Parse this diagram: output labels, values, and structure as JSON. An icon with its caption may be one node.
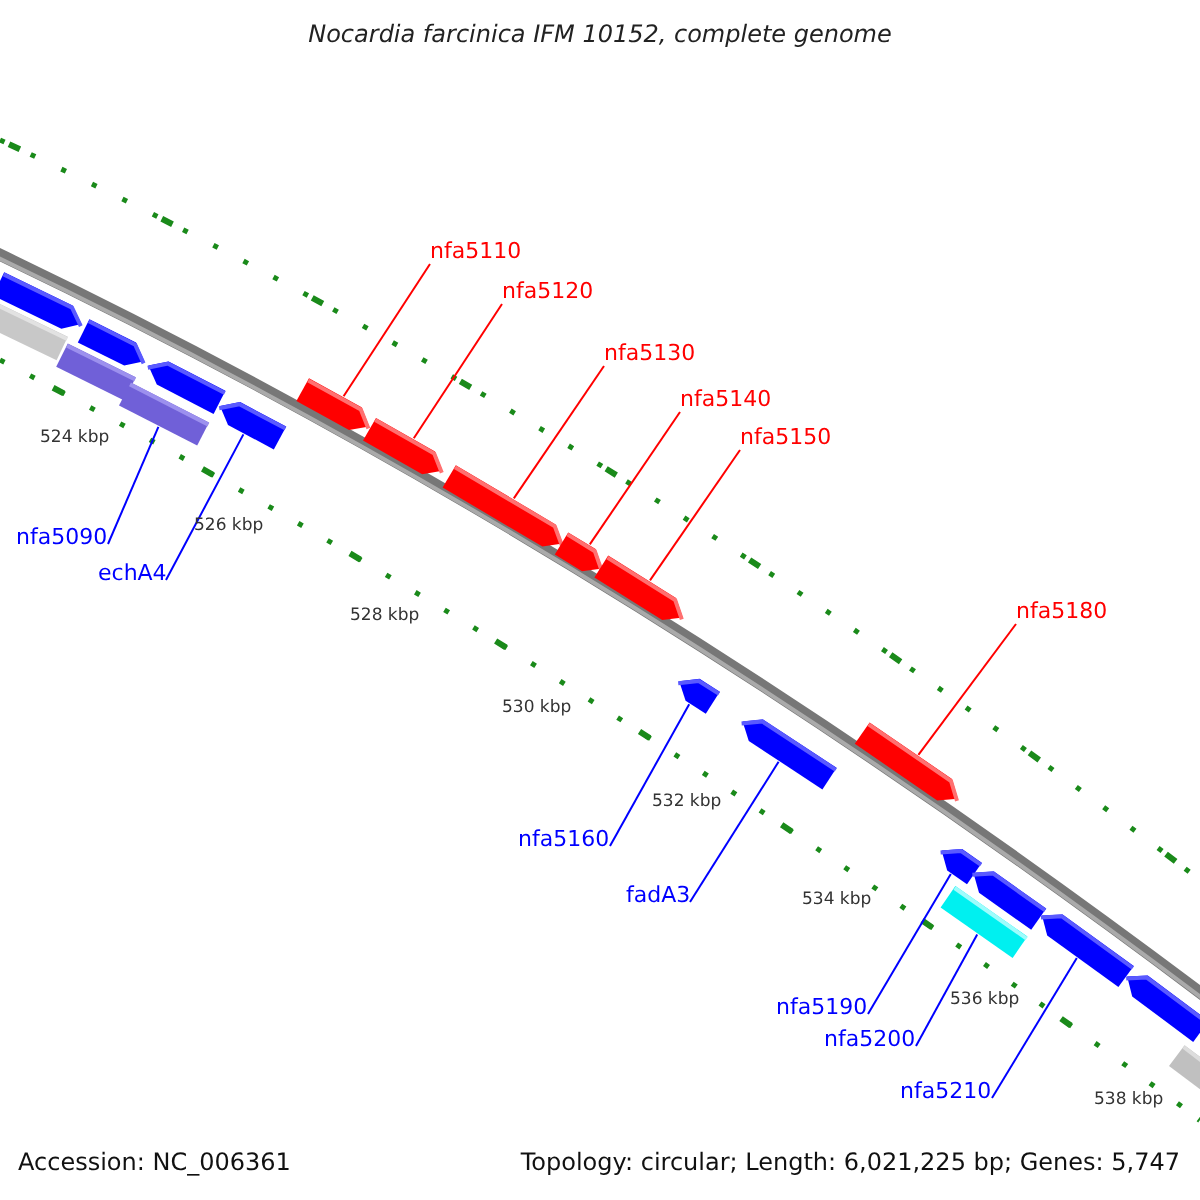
{
  "diagram": {
    "title": "Nocardia farcinica IFM 10152, complete genome",
    "nodes": [
      {
        "text": [
          "nfa5110"
        ]
      },
      {
        "text": [
          "nfa5120"
        ]
      },
      {
        "text": [
          "nfa5130"
        ]
      },
      {
        "text": [
          "nfa5140"
        ]
      },
      {
        "text": [
          "nfa5150"
        ]
      },
      {
        "text": [
          "nfa5180"
        ]
      },
      {
        "text": [
          "nfa5090"
        ]
      },
      {
        "text": [
          "echA4"
        ]
      },
      {
        "text": [
          "nfa5160"
        ]
      },
      {
        "text": [
          "fadA3"
        ]
      },
      {
        "text": [
          "nfa5190"
        ]
      },
      {
        "text": [
          "nfa5200"
        ]
      },
      {
        "text": [
          "nfa5210"
        ]
      },
      {
        "text": [],
        "shape": "pentagon"
      },
      {
        "text": [],
        "shape": "bar"
      },
      {
        "text": [],
        "shape": "bar"
      },
      {
        "text": [],
        "shape": "pentagon"
      },
      {
        "text": [],
        "shape": "bar"
      },
      {
        "text": [],
        "shape": "pentagon"
      },
      {
        "text": [],
        "shape": "pentagon"
      },
      {
        "text": [],
        "shape": "pentagon"
      },
      {
        "text": [],
        "shape": "pentagon"
      },
      {
        "text": [],
        "shape": "pentagon"
      },
      {
        "text": [],
        "shape": "pentagon"
      },
      {
        "text": [],
        "shape": "pentagon"
      },
      {
        "text": [],
        "shape": "pentagon"
      },
      {
        "text": [],
        "shape": "pentagon"
      },
      {
        "text": [],
        "shape": "pentagon"
      },
      {
        "text": [],
        "shape": "pentagon"
      },
      {
        "text": [],
        "shape": "bar"
      },
      {
        "text": [],
        "shape": "pentagon"
      },
      {
        "text": [],
        "shape": "pentagon"
      },
      {
        "text": [],
        "shape": "pentagon"
      },
      {
        "text": [],
        "shape": "bar"
      }
    ],
    "edges": [
      {
        "from": 0,
        "to": 20,
        "arrow": "none",
        "color": "#ff0000"
      },
      {
        "from": 1,
        "to": 21,
        "arrow": "none",
        "color": "#ff0000"
      },
      {
        "from": 2,
        "to": 22,
        "arrow": "none",
        "color": "#ff0000"
      },
      {
        "from": 3,
        "to": 23,
        "arrow": "none",
        "color": "#ff0000"
      },
      {
        "from": 4,
        "to": 24,
        "arrow": "none",
        "color": "#ff0000"
      },
      {
        "from": 5,
        "to": 27,
        "arrow": "none",
        "color": "#ff0000"
      },
      {
        "from": 6,
        "to": 17,
        "arrow": "none"
      },
      {
        "from": 7,
        "to": 19,
        "arrow": "none"
      },
      {
        "from": 8,
        "to": 25,
        "arrow": "none"
      },
      {
        "from": 9,
        "to": 26,
        "arrow": "none"
      },
      {
        "from": 10,
        "to": 28,
        "arrow": "none"
      },
      {
        "from": 11,
        "to": 29,
        "arrow": "none"
      },
      {
        "from": 12,
        "to": 31,
        "arrow": "none"
      }
    ],
    "labels": [
      "524 kbp",
      "526 kbp",
      "528 kbp",
      "530 kbp",
      "532 kbp",
      "534 kbp",
      "536 kbp",
      "538 kbp",
      "Accession: NC_006361",
      "Topology: circular; Length: 6,021,225 bp; Genes: 5,747"
    ]
  }
}
